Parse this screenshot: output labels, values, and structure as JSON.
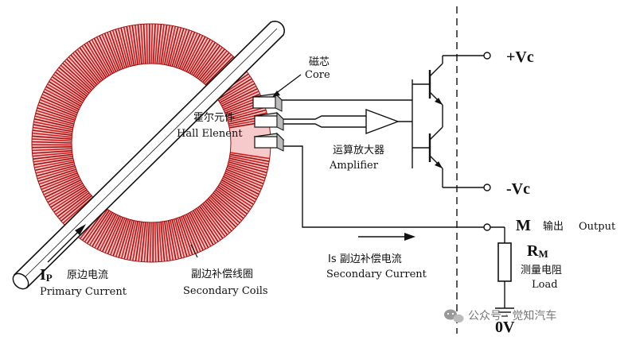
{
  "colors": {
    "coil": "#d61c1c",
    "coil_dark": "#a30f0f",
    "ink": "#111111"
  },
  "labels": {
    "core_cn": "磁芯",
    "core_en": "Core",
    "hall_cn": "霍尔元件",
    "hall_en": "Hall Elenent",
    "amp_cn": "运算放大器",
    "amp_en": "Amplifier",
    "vc_plus": "+Vc",
    "vc_minus": "-Vc",
    "m": "M",
    "output_cn": "输出",
    "output_en": "Output",
    "rm_main": "R",
    "rm_sub": "M",
    "load_cn": "测量电阻",
    "load_en": "Load",
    "zero_v": "0V",
    "ip_main": "I",
    "ip_sub": "P",
    "primary_cn": "原边电流",
    "primary_en": "Primary Current",
    "coils_cn": "副边补偿线圈",
    "coils_en": "Secondary Coils",
    "is_label": "Is 副边补偿电流",
    "secondary_en": "Secondary Current",
    "watermark": "公众号 · 觉知汽车"
  },
  "icons": {
    "watermark_icon": "wechat-icon"
  }
}
